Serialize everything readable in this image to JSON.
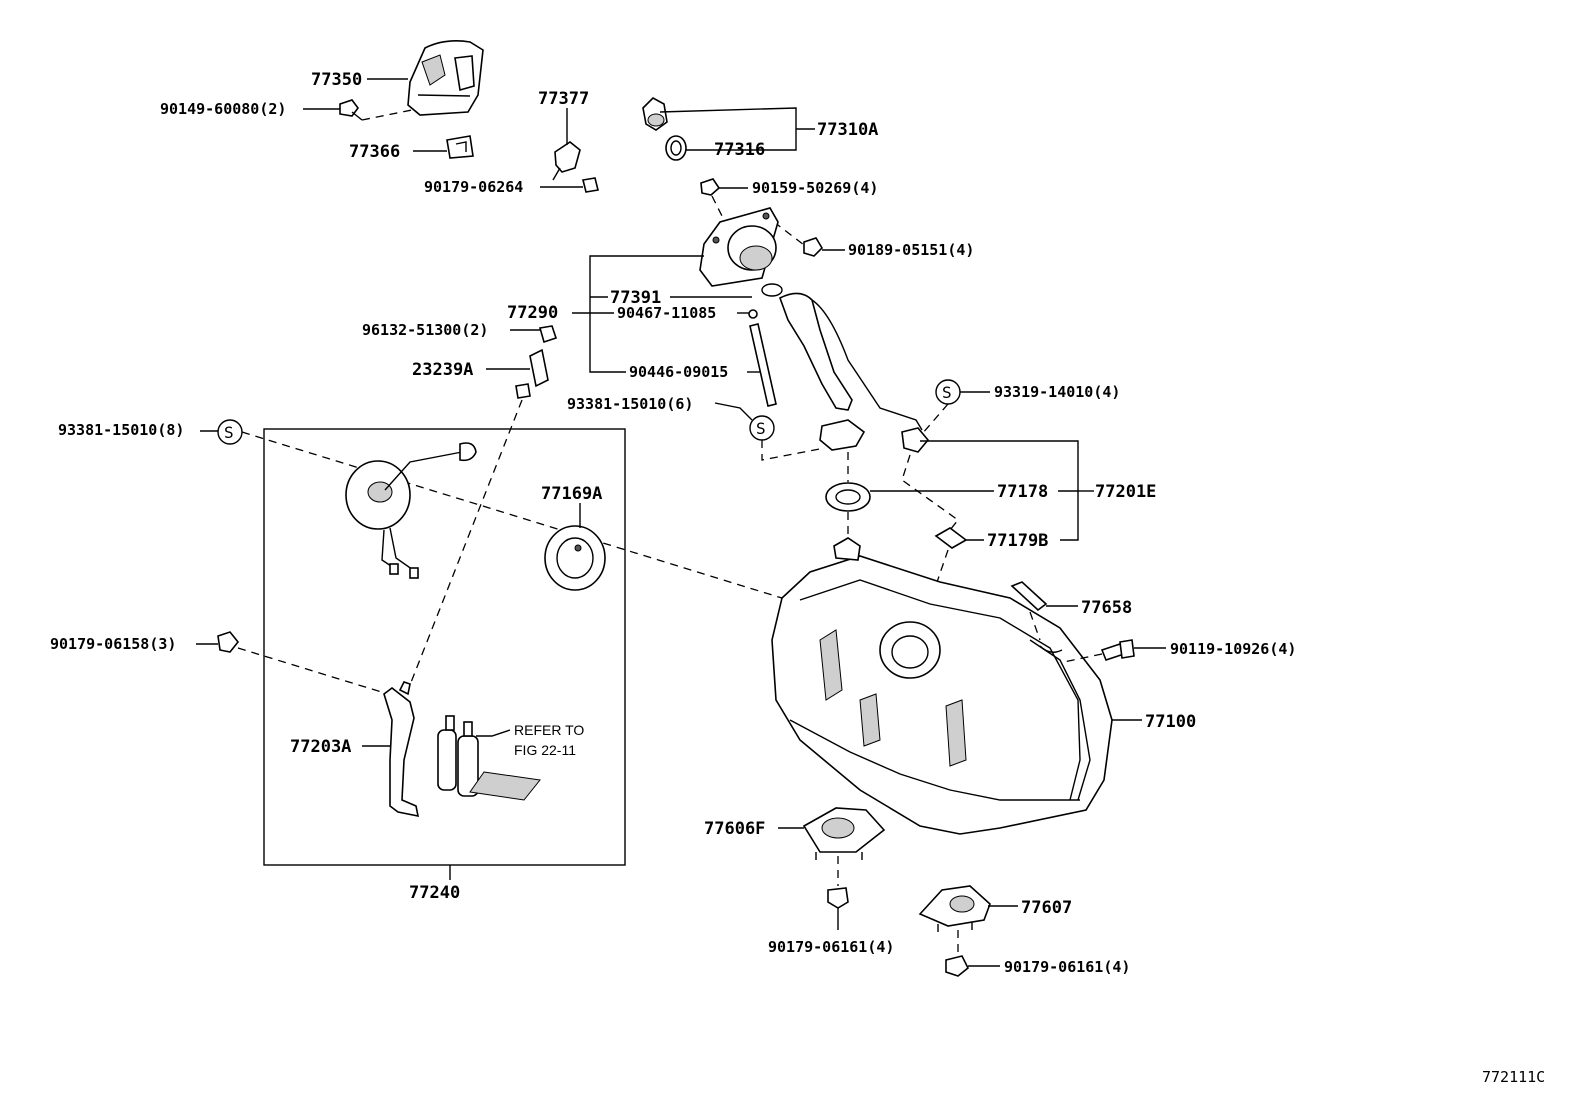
{
  "diagram": {
    "ref_code": "772111C",
    "refer_note": [
      "REFER TO",
      "FIG 22-11"
    ],
    "seal_symbol": "S",
    "labels": {
      "p77350": "77350",
      "p90149": "90149-60080(2)",
      "p77366": "77366",
      "p77377": "77377",
      "p90179_06264": "90179-06264",
      "p77310A": "77310A",
      "p77316": "77316",
      "p90159": "90159-50269(4)",
      "p90189": "90189-05151(4)",
      "p77391": "77391",
      "p77290": "77290",
      "p90467": "90467-11085",
      "p96132": "96132-51300(2)",
      "p23239A": "23239A",
      "p90446": "90446-09015",
      "p93381_6": "93381-15010(6)",
      "p93319": "93319-14010(4)",
      "p93381_8": "93381-15010(8)",
      "p77169A": "77169A",
      "p77178": "77178",
      "p77201E": "77201E",
      "p77179B": "77179B",
      "p77658": "77658",
      "p90179_06158": "90179-06158(3)",
      "p90119": "90119-10926(4)",
      "p77100": "77100",
      "p77203A": "77203A",
      "p77606F": "77606F",
      "p77607": "77607",
      "p77240": "77240",
      "p90179_06161_a": "90179-06161(4)",
      "p90179_06161_b": "90179-06161(4)"
    }
  }
}
